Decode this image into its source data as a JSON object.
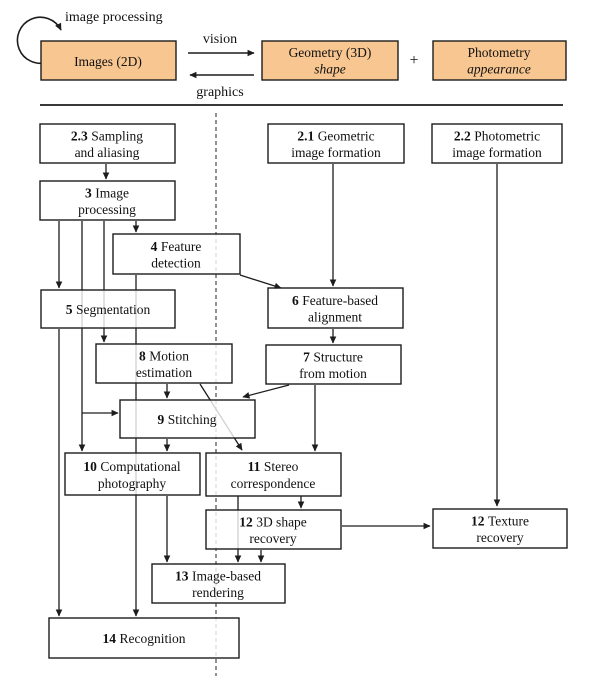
{
  "colors": {
    "orange_fill": "#F8C690",
    "line": "#1d1d1d"
  },
  "top": {
    "loop_label": "image processing",
    "images": "Images (2D)",
    "vision": "vision",
    "graphics": "graphics",
    "geometry": "Geometry (3D)",
    "geometry_sub": "shape",
    "plus": "+",
    "photometry": "Photometry",
    "photometry_sub": "appearance"
  },
  "nodes": {
    "sampling": {
      "num": "2.3",
      "t1": "Sampling",
      "t2": "and aliasing"
    },
    "geo_formation": {
      "num": "2.1",
      "t1": "Geometric",
      "t2": "image formation"
    },
    "photo_formation": {
      "num": "2.2",
      "t1": "Photometric",
      "t2": "image formation"
    },
    "image_processing": {
      "num": "3",
      "t1": "Image",
      "t2": "processing"
    },
    "feature_detection": {
      "num": "4",
      "t1": "Feature",
      "t2": "detection"
    },
    "segmentation": {
      "num": "5",
      "t1": "Segmentation"
    },
    "feature_alignment": {
      "num": "6",
      "t1": "Feature-based",
      "t2": "alignment"
    },
    "structure_motion": {
      "num": "7",
      "t1": "Structure",
      "t2": "from motion"
    },
    "motion_estimation": {
      "num": "8",
      "t1": "Motion",
      "t2": "estimation"
    },
    "stitching": {
      "num": "9",
      "t1": "Stitching"
    },
    "comp_photography": {
      "num": "10",
      "t1": "Computational",
      "t2": "photography"
    },
    "stereo": {
      "num": "11",
      "t1": "Stereo",
      "t2": "correspondence"
    },
    "shape_recovery": {
      "num": "12",
      "t1": "3D shape",
      "t2": "recovery"
    },
    "texture_recovery": {
      "num": "12",
      "t1": "Texture",
      "t2": "recovery"
    },
    "ibr": {
      "num": "13",
      "t1": "Image-based",
      "t2": "rendering"
    },
    "recognition": {
      "num": "14",
      "t1": "Recognition"
    }
  }
}
